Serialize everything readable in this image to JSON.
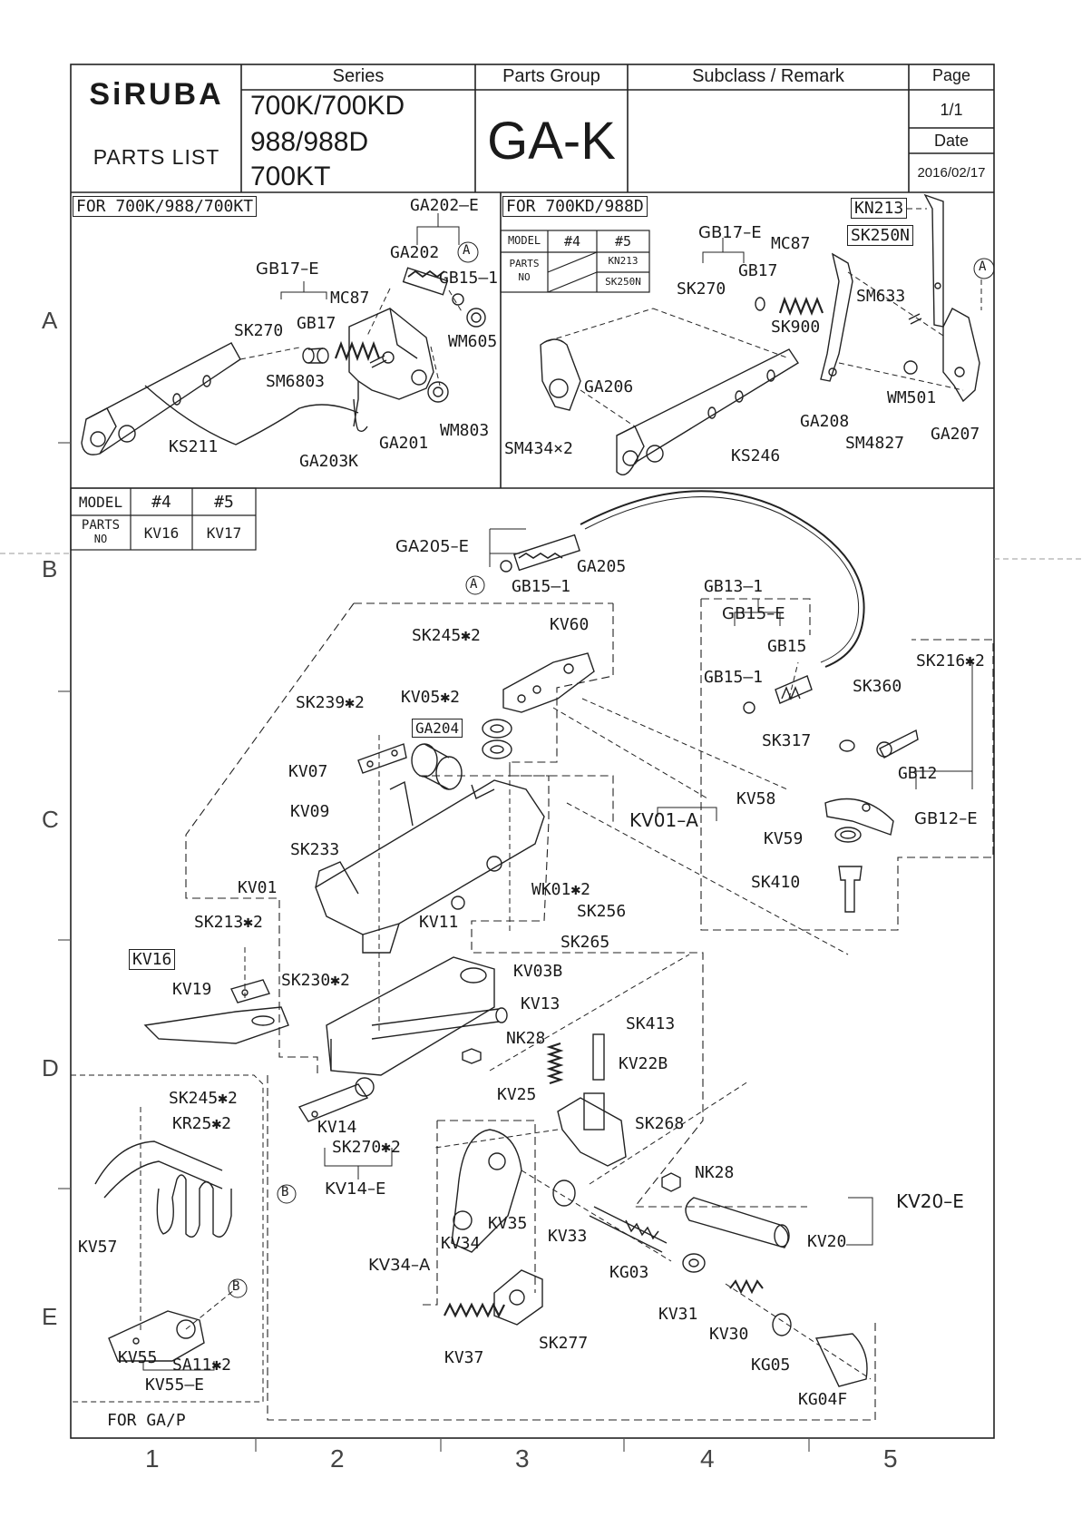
{
  "header": {
    "brand": "SiRUBA",
    "brand_sub": "PARTS LIST",
    "series_label": "Series",
    "series_values": [
      "700K/700KD",
      "988/988D",
      "700KT"
    ],
    "parts_group_label": "Parts Group",
    "parts_group_value": "GA-K",
    "subclass_label": "Subclass / Remark",
    "page_label": "Page",
    "page_value": "1/1",
    "date_label": "Date",
    "date_value": "2016/02/17"
  },
  "panels": {
    "left_title": "FOR 700K/988/700KT",
    "right_title": "FOR 700KD/988D",
    "bottom_left_title": "FOR GA/P"
  },
  "model_tables": {
    "top": {
      "model": "MODEL",
      "c4": "#4",
      "c5": "#5",
      "parts_no_1": "PARTS",
      "parts_no_2": "NO",
      "v4": "",
      "v5a": "KN213",
      "v5b": "SK250N"
    },
    "middle": {
      "model": "MODEL",
      "c4": "#4",
      "c5": "#5",
      "parts_no_1": "PARTS",
      "parts_no_2": "NO",
      "v4": "KV16",
      "v5": "KV17"
    }
  },
  "row_marks": [
    "A",
    "B",
    "C",
    "D",
    "E"
  ],
  "col_marks": [
    "1",
    "2",
    "3",
    "4",
    "5"
  ],
  "parts_a_left": [
    {
      "id": "GA202-E",
      "text": "GA202–E"
    },
    {
      "id": "GA202",
      "text": "GA202"
    },
    {
      "id": "circleA1",
      "text": "A"
    },
    {
      "id": "GB15-1a",
      "text": "GB15–1"
    },
    {
      "id": "GB17-Ea",
      "text": "GB17–E"
    },
    {
      "id": "MC87a",
      "text": "MC87"
    },
    {
      "id": "SK270a",
      "text": "SK270"
    },
    {
      "id": "GB17a",
      "text": "GB17"
    },
    {
      "id": "WM605",
      "text": "WM605"
    },
    {
      "id": "SM6803",
      "text": "SM6803"
    },
    {
      "id": "WM803",
      "text": "WM803"
    },
    {
      "id": "KS211",
      "text": "KS211"
    },
    {
      "id": "GA201",
      "text": "GA201"
    },
    {
      "id": "GA203K",
      "text": "GA203K"
    }
  ],
  "parts_a_right": [
    {
      "id": "KN213",
      "text": "KN213"
    },
    {
      "id": "SK250N",
      "text": "SK250N"
    },
    {
      "id": "GB17-Eb",
      "text": "GB17–E"
    },
    {
      "id": "MC87b",
      "text": "MC87"
    },
    {
      "id": "GB17b",
      "text": "GB17"
    },
    {
      "id": "SK270b",
      "text": "SK270"
    },
    {
      "id": "circleA2",
      "text": "A"
    },
    {
      "id": "SM633",
      "text": "SM633"
    },
    {
      "id": "SK900",
      "text": "SK900"
    },
    {
      "id": "GA206",
      "text": "GA206"
    },
    {
      "id": "WM501",
      "text": "WM501"
    },
    {
      "id": "GA208",
      "text": "GA208"
    },
    {
      "id": "SM4827",
      "text": "SM4827"
    },
    {
      "id": "GA207",
      "text": "GA207"
    },
    {
      "id": "SM434x2",
      "text": "SM434×2"
    },
    {
      "id": "KS246",
      "text": "KS246"
    }
  ],
  "parts_main": [
    {
      "id": "GA205-E",
      "text": "GA205–E"
    },
    {
      "id": "GA205",
      "text": "GA205"
    },
    {
      "id": "circleA3",
      "text": "A"
    },
    {
      "id": "GB15-1b",
      "text": "GB15–1"
    },
    {
      "id": "GB13-1",
      "text": "GB13–1"
    },
    {
      "id": "GB15-E",
      "text": "GB15–E"
    },
    {
      "id": "GB15",
      "text": "GB15"
    },
    {
      "id": "GB15-1c",
      "text": "GB15–1"
    },
    {
      "id": "SK216x2",
      "text": "SK216✱2"
    },
    {
      "id": "SK360",
      "text": "SK360"
    },
    {
      "id": "SK317",
      "text": "SK317"
    },
    {
      "id": "GB12",
      "text": "GB12"
    },
    {
      "id": "GB12-E",
      "text": "GB12–E"
    },
    {
      "id": "KV58",
      "text": "KV58"
    },
    {
      "id": "KV59",
      "text": "KV59"
    },
    {
      "id": "SK410",
      "text": "SK410"
    },
    {
      "id": "SK245x2a",
      "text": "SK245✱2"
    },
    {
      "id": "KV60",
      "text": "KV60"
    },
    {
      "id": "SK239x2",
      "text": "SK239✱2"
    },
    {
      "id": "KV05x2",
      "text": "KV05✱2"
    },
    {
      "id": "GA204",
      "text": "GA204"
    },
    {
      "id": "KV07",
      "text": "KV07"
    },
    {
      "id": "KV09",
      "text": "KV09"
    },
    {
      "id": "KV01-A",
      "text": "KV01–A"
    },
    {
      "id": "SK233",
      "text": "SK233"
    },
    {
      "id": "KV01",
      "text": "KV01"
    },
    {
      "id": "WK01x2",
      "text": "WK01✱2"
    },
    {
      "id": "SK256",
      "text": "SK256"
    },
    {
      "id": "SK213x2",
      "text": "SK213✱2"
    },
    {
      "id": "KV11",
      "text": "KV11"
    },
    {
      "id": "SK265",
      "text": "SK265"
    },
    {
      "id": "KV16",
      "text": "KV16"
    },
    {
      "id": "KV19",
      "text": "KV19"
    },
    {
      "id": "SK230x2",
      "text": "SK230✱2"
    },
    {
      "id": "KV03B",
      "text": "KV03B"
    },
    {
      "id": "KV13",
      "text": "KV13"
    },
    {
      "id": "SK413",
      "text": "SK413"
    },
    {
      "id": "NK28a",
      "text": "NK28"
    },
    {
      "id": "KV22B",
      "text": "KV22B"
    },
    {
      "id": "KV25",
      "text": "KV25"
    },
    {
      "id": "SK245x2b",
      "text": "SK245✱2"
    },
    {
      "id": "KR25x2",
      "text": "KR25✱2"
    },
    {
      "id": "SK268",
      "text": "SK268"
    },
    {
      "id": "KV14",
      "text": "KV14"
    },
    {
      "id": "SK270x2",
      "text": "SK270✱2"
    },
    {
      "id": "KV14-E",
      "text": "KV14–E"
    },
    {
      "id": "circleB1",
      "text": "B"
    },
    {
      "id": "NK28b",
      "text": "NK28"
    },
    {
      "id": "KV20-E",
      "text": "KV20–E"
    },
    {
      "id": "KV57",
      "text": "KV57"
    },
    {
      "id": "KV35",
      "text": "KV35"
    },
    {
      "id": "KV34",
      "text": "KV34"
    },
    {
      "id": "KV33",
      "text": "KV33"
    },
    {
      "id": "KV20",
      "text": "KV20"
    },
    {
      "id": "KV34-A",
      "text": "KV34–A"
    },
    {
      "id": "KG03",
      "text": "KG03"
    },
    {
      "id": "circleB2",
      "text": "B"
    },
    {
      "id": "KV31",
      "text": "KV31"
    },
    {
      "id": "KV30",
      "text": "KV30"
    },
    {
      "id": "SK277",
      "text": "SK277"
    },
    {
      "id": "KV37",
      "text": "KV37"
    },
    {
      "id": "KV55",
      "text": "KV55"
    },
    {
      "id": "SA11x2",
      "text": "SA11✱2"
    },
    {
      "id": "KG05",
      "text": "KG05"
    },
    {
      "id": "KV55-E",
      "text": "KV55–E"
    },
    {
      "id": "KG04F",
      "text": "KG04F"
    }
  ]
}
